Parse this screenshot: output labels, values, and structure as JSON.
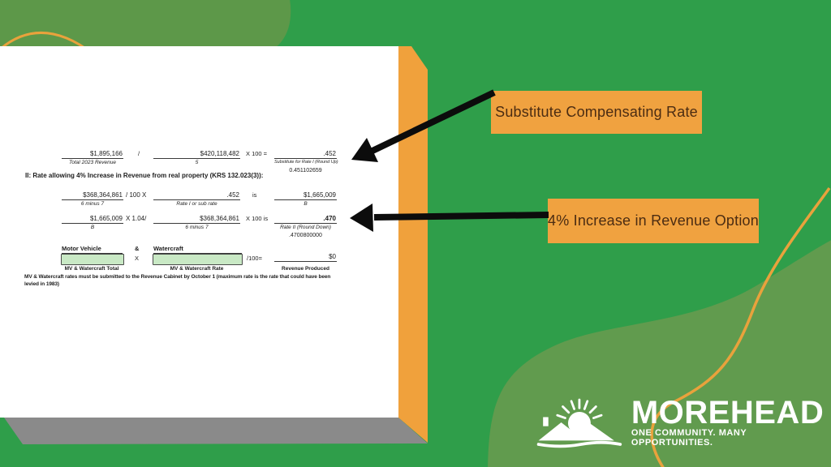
{
  "slide": {
    "colors": {
      "base_green": "#2f9e4a",
      "blob_green": "#5e9849",
      "accent_orange": "#e9a23c",
      "callout_orange": "#f0a240",
      "shadow_gray": "#8a8a8a"
    },
    "callouts": [
      {
        "label": "Substitute Compensating Rate"
      },
      {
        "label": "4% Increase in Revenue Option"
      }
    ],
    "logo": {
      "name": "MOREHEAD",
      "tagline": "ONE COMMUNITY. MANY OPPORTUNITIES.",
      "icon": "mountain-sunrise-icon"
    }
  },
  "document": {
    "section1": {
      "v1": "$1,895,166",
      "l1": "Total 2023 Revenue",
      "op1": "/",
      "v2": "$420,118,482",
      "l2": "5",
      "op2": "X 100 =",
      "v3": ".452",
      "l3": "Substitute for Rate I (Round Up)",
      "sub": "0.451102659"
    },
    "section2_title": "II: Rate allowing 4% Increase in Revenue from real property (KRS 132.023(3)):",
    "row_a": {
      "v1": "$368,364,861",
      "suffix1": "/ 100 X",
      "l1": "6 minus 7",
      "v2": ".452",
      "l2": "Rate I or sub rate",
      "op": "is",
      "v3": "$1,665,009",
      "l3": "B"
    },
    "row_b": {
      "v1": "$1,665,009",
      "suffix1": "X 1.04/",
      "l1": "B",
      "v2": "$368,364,861",
      "l2": "6 minus 7",
      "op": "X 100 is",
      "v3": ".470",
      "l3": "Rate II (Round Down)",
      "sub": ".4700800000"
    },
    "mv": {
      "h1": "Motor Vehicle",
      "amp": "&",
      "h2": "Watercraft",
      "mult": "X",
      "div": "/100=",
      "v": "$0",
      "l1": "MV & Watercraft Total",
      "l2": "MV & Watercraft Rate",
      "l3": "Revenue Produced",
      "note": "MV & Watercraft rates must be submitted to the Revenue Cabinet by October 1 (maximum rate is the rate that could have been levied in 1983)"
    }
  }
}
